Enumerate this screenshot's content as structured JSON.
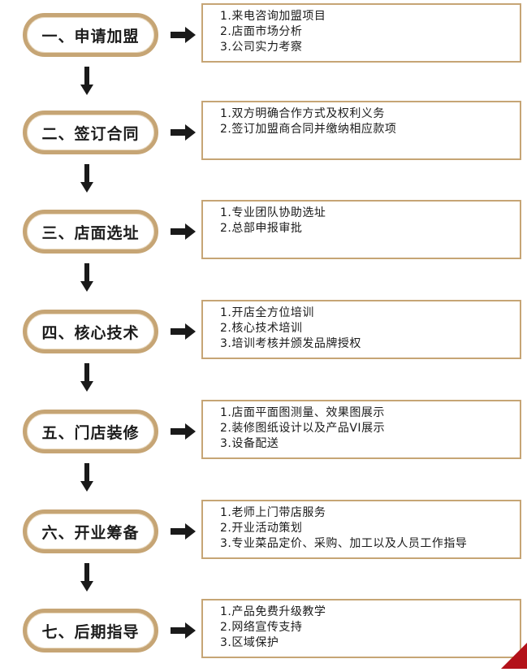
{
  "steps": [
    {
      "title": "一、申请加盟",
      "items": [
        "1.来电咨询加盟项目",
        "2.店面市场分析",
        "3.公司实力考察"
      ]
    },
    {
      "title": "二、签订合同",
      "items": [
        "1.双方明确合作方式及权利义务",
        "2.签订加盟商合同并缴纳相应款项"
      ]
    },
    {
      "title": "三、店面选址",
      "items": [
        "1.专业团队协助选址",
        "2.总部申报审批"
      ]
    },
    {
      "title": "四、核心技术",
      "items": [
        "1.开店全方位培训",
        "2.核心技术培训",
        "3.培训考核并颁发品牌授权"
      ]
    },
    {
      "title": "五、门店装修",
      "items": [
        "1.店面平面图测量、效果图展示",
        "2.装修图纸设计以及产品VI展示",
        "3.设备配送"
      ]
    },
    {
      "title": "六、开业筹备",
      "items": [
        "1.老师上门带店服务",
        "2.开业活动策划",
        "3.专业菜品定价、采购、加工以及人员工作指导"
      ]
    },
    {
      "title": "七、后期指导",
      "items": [
        "1.产品免费升级教学",
        "2.网络宣传支持",
        "3.区域保护"
      ]
    }
  ],
  "colors": {
    "frame": "#c6a575",
    "text": "#1a1a1a",
    "arrow": "#1a1a1a",
    "corner": "#b3121a"
  }
}
